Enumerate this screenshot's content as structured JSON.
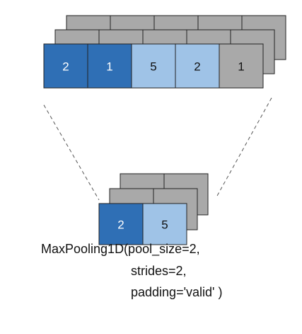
{
  "colors": {
    "dark_blue": "#2f6fb5",
    "light_blue": "#9fc3e7",
    "gray": "#a9a9a9",
    "border": "#222222",
    "text_light": "#ffffff",
    "text_dark": "#111111",
    "dash_line": "#555555"
  },
  "input_row": {
    "cells": [
      {
        "value": "2",
        "fill": "dark_blue"
      },
      {
        "value": "1",
        "fill": "dark_blue"
      },
      {
        "value": "5",
        "fill": "light_blue"
      },
      {
        "value": "2",
        "fill": "light_blue"
      },
      {
        "value": "1",
        "fill": "gray"
      }
    ]
  },
  "output_row": {
    "cells": [
      {
        "value": "2",
        "fill": "dark_blue"
      },
      {
        "value": "5",
        "fill": "light_blue"
      }
    ]
  },
  "caption": {
    "line1": "MaxPooling1D(pool_size=2,",
    "line2": "strides=2,",
    "line3": "padding='valid' )"
  }
}
